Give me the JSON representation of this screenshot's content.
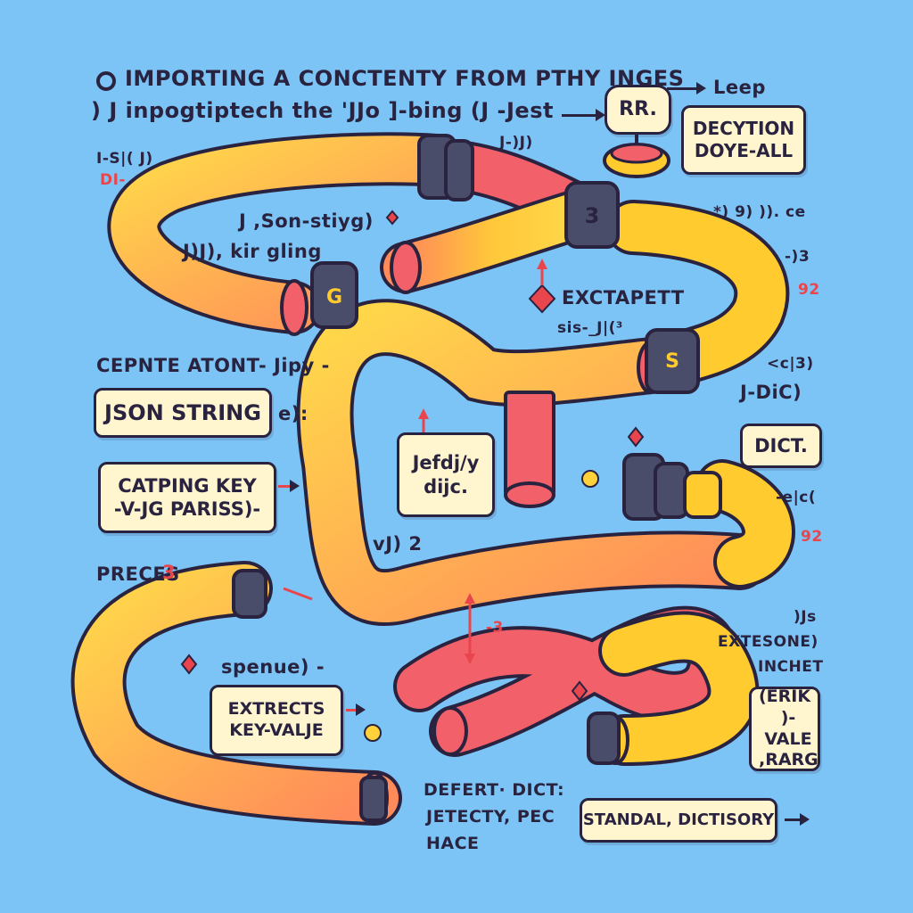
{
  "header": {
    "line1": "Importing a conctenty from pthy inges",
    "line2": ") J  inpogtiptech the 'JJo ]-bing  (J -Jest"
  },
  "boxes": {
    "rr": "RR.",
    "decyption": [
      "Decytion",
      "doye-all"
    ],
    "json_string": "Json string",
    "catping": [
      "Catping key",
      "-v-jg pariss)-"
    ],
    "jefd": [
      "Jefdj/y",
      "dijc."
    ],
    "dict": "Dict.",
    "extrects": [
      "Extrects",
      "key-valje"
    ],
    "standal": "Standal, dictisory",
    "vale": [
      "(eriK",
      ")-vale",
      ",rarg"
    ]
  },
  "labels": {
    "leep": "Leep",
    "sj": "I-S|( J)",
    "di": "DI-",
    "ji": "J-)J)",
    "son_stiyg": "J ,Son-stiyg)",
    "kir_gling": "J)J), kir gling",
    "ce": "*) 9) )). ce",
    "j3": "-)3",
    "n92": "92",
    "exctapett": "Exctapett",
    "sis": "sis-_J|(³",
    "cepnte": "Cepnte atont",
    "jipy": "- Jipy -",
    "ce3": "<c|3)",
    "dic": "J-DiC)",
    "e_arrow": "e):",
    "ec": "-e|c(",
    "n92b": "92",
    "preces": "Preces",
    "three": "3",
    "v92": "vJ) 2",
    "n3": "-3",
    "spenue": "spenue) -",
    "js": ")Js",
    "extesone": "extesone)",
    "inchet": "inchet",
    "defert": "Defert· dict:",
    "jetecty": "Jetecty, pec",
    "hace": "hace"
  },
  "colors": {
    "background": "#7cc4f6",
    "pipe_yellow": "#ffcb2e",
    "pipe_red": "#f2606a",
    "connector": "#4a4d6a",
    "box_fill": "#fff6cf",
    "ink": "#2a2340"
  }
}
